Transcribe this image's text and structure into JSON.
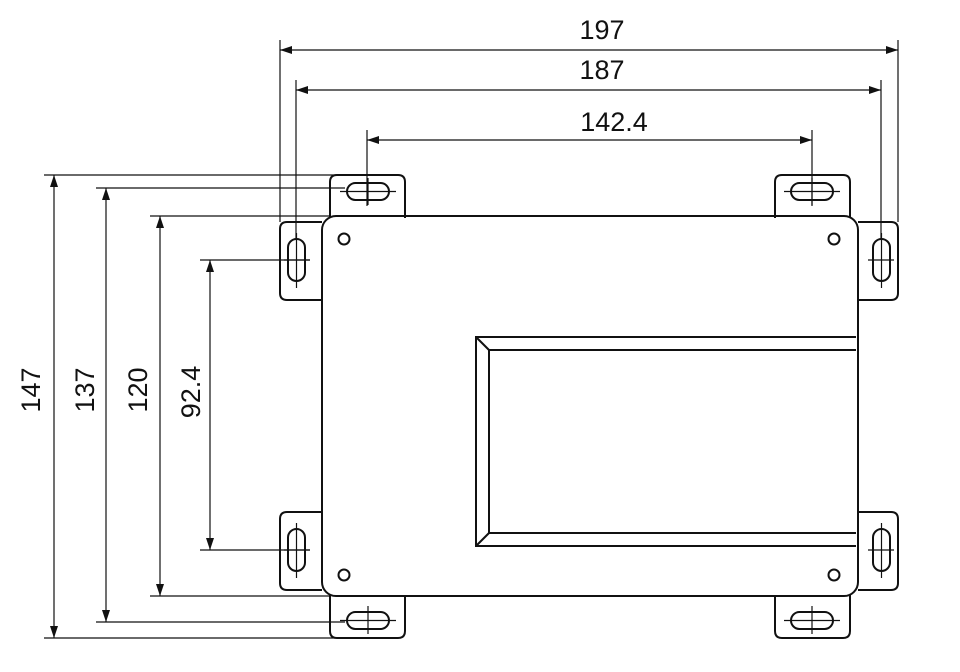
{
  "dimensions": {
    "width_overall": "197",
    "width_mount_outer": "187",
    "width_mount_inner": "142.4",
    "height_overall": "147",
    "height_mount_outer": "137",
    "height_body": "120",
    "height_mount_inner": "92.4"
  },
  "colors": {
    "line": "#111111",
    "background": "#ffffff"
  }
}
